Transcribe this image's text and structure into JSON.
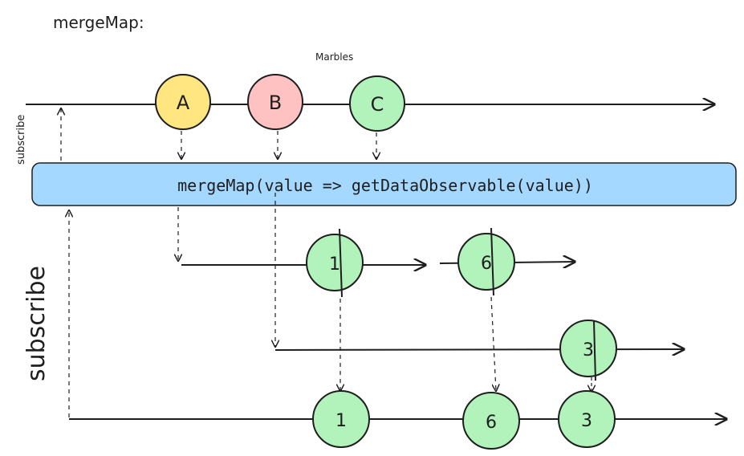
{
  "title": "mergeMap:",
  "caption": "Marbles",
  "operator_label": "mergeMap(value => getDataObservable(value))",
  "side_label_small": "subscribe",
  "side_label_large": "subscribe",
  "source_marbles": [
    {
      "label": "A",
      "color": "#ffe680"
    },
    {
      "label": "B",
      "color": "#ffc2c2"
    },
    {
      "label": "C",
      "color": "#b2f2bb"
    }
  ],
  "inner_stream_a": [
    "1",
    "6"
  ],
  "inner_stream_b": [
    "3"
  ],
  "output_marbles": [
    "1",
    "6",
    "3"
  ],
  "colors": {
    "operator_fill": "#a5d8ff",
    "operator_stroke": "#1e1e1e",
    "value_fill": "#b2f2bb",
    "stroke": "#1e1e1e"
  }
}
